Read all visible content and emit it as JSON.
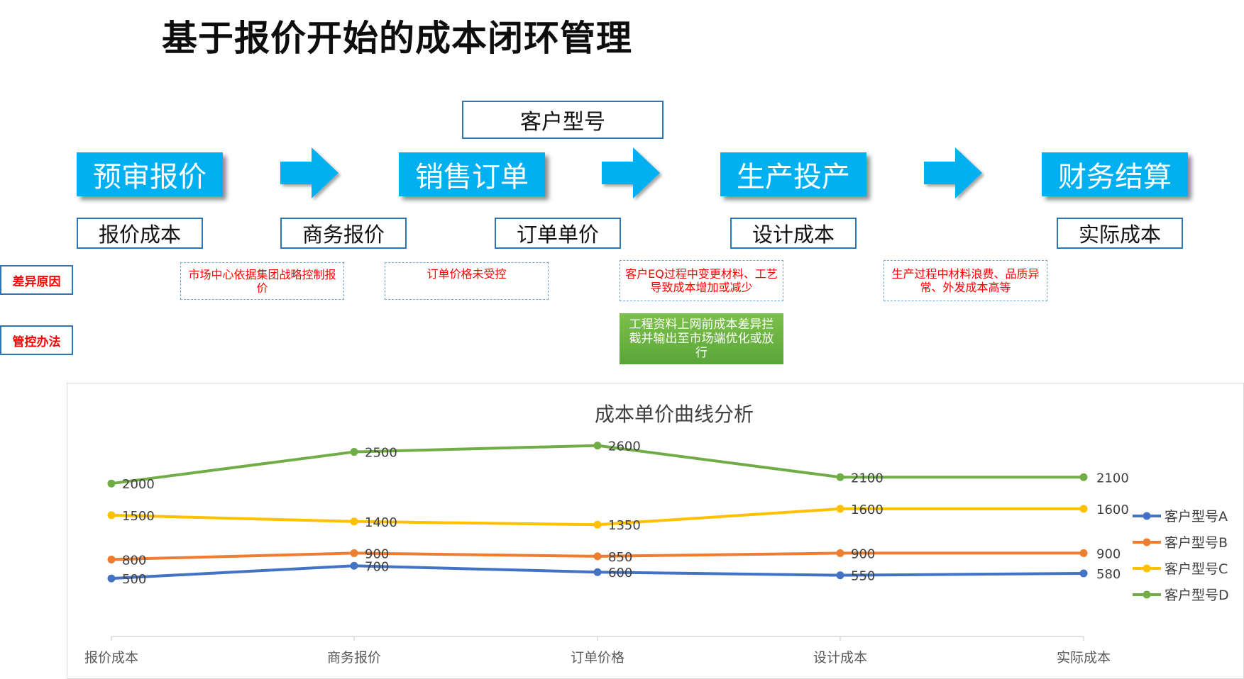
{
  "title": "基于报价开始的成本闭环管理",
  "customer_model_box": "客户型号",
  "stages": [
    "预审报价",
    "销售订单",
    "生产投产",
    "财务结算"
  ],
  "cost_boxes": [
    "报价成本",
    "商务报价",
    "订单单价",
    "设计成本",
    "实际成本"
  ],
  "row_labels": {
    "reason": "差异原因",
    "control": "管控办法"
  },
  "reasons": [
    "市场中心依据集团战略控制报价",
    "订单价格未受控",
    "客户EQ过程中变更材料、工艺导致成本增加或减少",
    "生产过程中材料浪费、品质异常、外发成本高等"
  ],
  "control_methods": [
    "工程资料上网前成本差异拦截并输出至市场端优化或放行"
  ],
  "colors": {
    "stage_fill": "#00b0f0",
    "box_border": "#2e75b6",
    "reason_text": "#ff0000",
    "control_fill": "#70ad47"
  },
  "chart_data": {
    "type": "line",
    "title": "成本单价曲线分析",
    "categories": [
      "报价成本",
      "商务报价",
      "订单价格",
      "设计成本",
      "实际成本"
    ],
    "series": [
      {
        "name": "客户型号A",
        "color": "#4472c4",
        "values": [
          500,
          700,
          600,
          550,
          580
        ]
      },
      {
        "name": "客户型号B",
        "color": "#ed7d31",
        "values": [
          800,
          900,
          850,
          900,
          900
        ]
      },
      {
        "name": "客户型号C",
        "color": "#ffc000",
        "values": [
          1500,
          1400,
          1350,
          1600,
          1600
        ]
      },
      {
        "name": "客户型号D",
        "color": "#70ad47",
        "values": [
          2000,
          2500,
          2600,
          2100,
          2100
        ]
      }
    ],
    "legend": "right",
    "grid": false,
    "data_labels": true
  }
}
